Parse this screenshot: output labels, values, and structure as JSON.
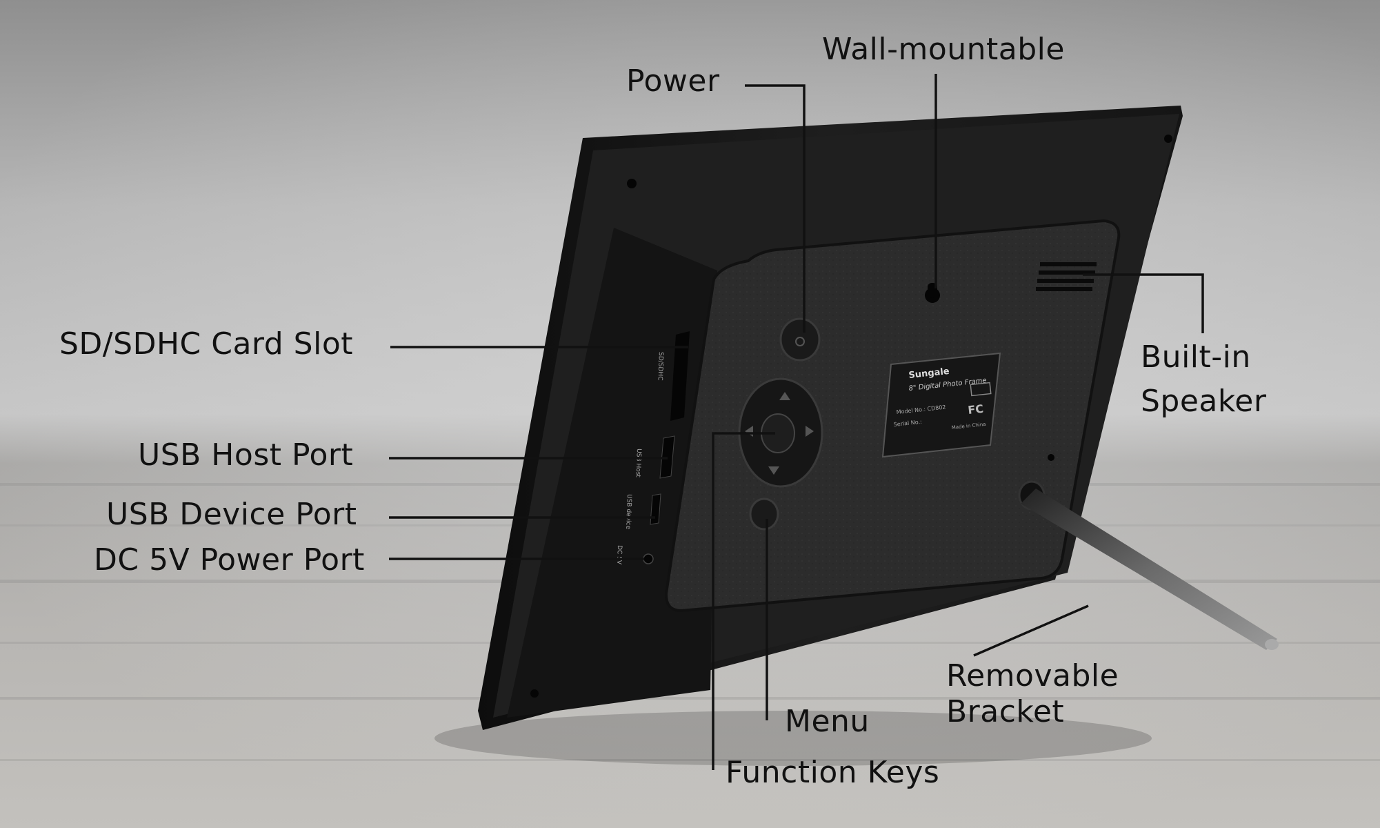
{
  "callouts": {
    "power": "Power",
    "wall_mountable": "Wall-mountable",
    "sd_slot": "SD/SDHC Card Slot",
    "usb_host": "USB Host Port",
    "usb_device": "USB Device Port",
    "dc_power": "DC 5V Power Port",
    "speaker_line1": "Built-in",
    "speaker_line2": "Speaker",
    "bracket_line1": "Removable",
    "bracket_line2": "Bracket",
    "menu": "Menu",
    "function_keys": "Function Keys"
  },
  "device": {
    "brand": "Sungale",
    "product": "8\" Digital Photo Frame",
    "model": "Model No.: CD802",
    "serial": "Serial No.:",
    "origin": "Made in China",
    "fcc": "FC",
    "port_sd": "SD/SDHC",
    "port_usb_host": "USB Host",
    "port_usb_device": "USB device",
    "port_dc": "DC 5V"
  },
  "colors": {
    "frame": "#1c1c1c",
    "panel": "#2b2b2b",
    "label_text": "#111111"
  }
}
